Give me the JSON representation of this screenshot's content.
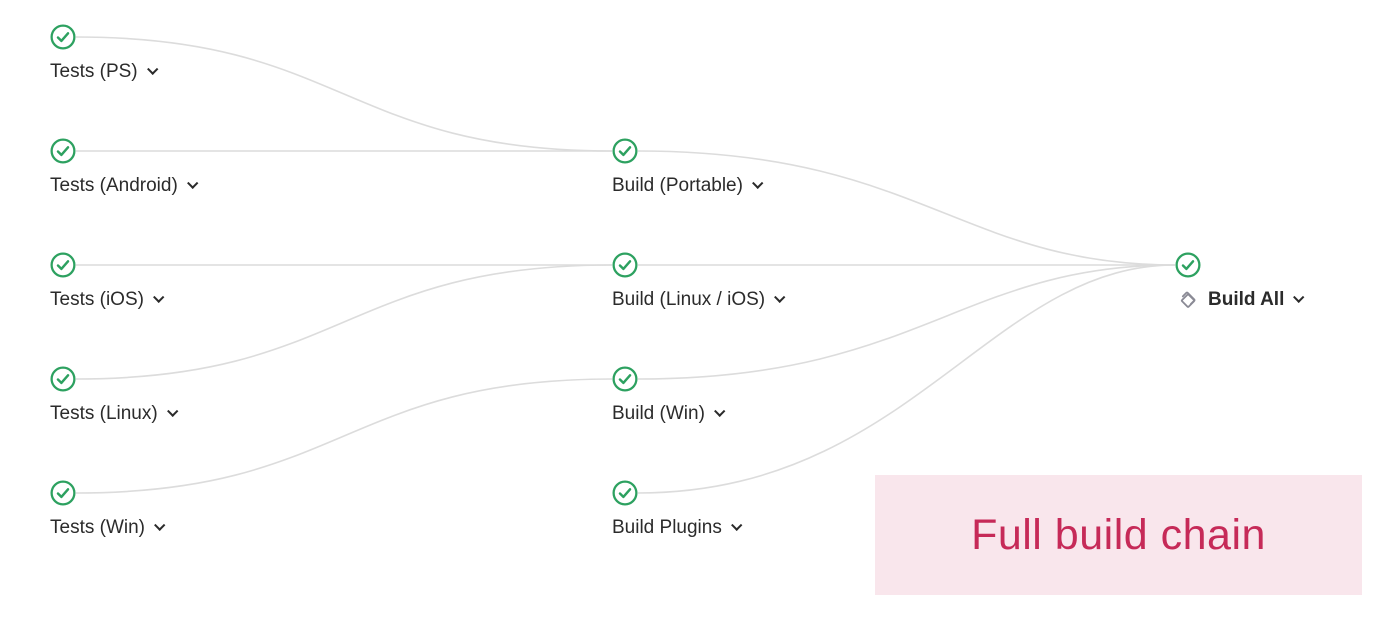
{
  "pipeline": {
    "test_jobs": [
      {
        "label": "Tests (PS)",
        "status": "success"
      },
      {
        "label": "Tests (Android)",
        "status": "success"
      },
      {
        "label": "Tests (iOS)",
        "status": "success"
      },
      {
        "label": "Tests (Linux)",
        "status": "success"
      },
      {
        "label": "Tests (Win)",
        "status": "success"
      }
    ],
    "build_jobs": [
      {
        "label": "Build (Portable)",
        "status": "success"
      },
      {
        "label": "Build (Linux / iOS)",
        "status": "success"
      },
      {
        "label": "Build (Win)",
        "status": "success"
      },
      {
        "label": "Build Plugins",
        "status": "success"
      }
    ],
    "final_job": {
      "label": "Build All",
      "status": "success"
    },
    "edges": [
      {
        "from": "Tests (PS)",
        "to": "Build (Portable)"
      },
      {
        "from": "Tests (Android)",
        "to": "Build (Portable)"
      },
      {
        "from": "Tests (iOS)",
        "to": "Build (Linux / iOS)"
      },
      {
        "from": "Tests (Linux)",
        "to": "Build (Linux / iOS)"
      },
      {
        "from": "Tests (Win)",
        "to": "Build (Win)"
      },
      {
        "from": "Build (Portable)",
        "to": "Build All"
      },
      {
        "from": "Build (Linux / iOS)",
        "to": "Build All"
      },
      {
        "from": "Build (Win)",
        "to": "Build All"
      },
      {
        "from": "Build Plugins",
        "to": "Build All"
      }
    ]
  },
  "annotation": {
    "text": "Full build chain"
  },
  "colors": {
    "success": "#2da160",
    "edge": "#dcdcdc",
    "text": "#2b2b2b",
    "icon_muted": "#8a8a95",
    "annotation_bg": "#f9e6ec",
    "annotation_text": "#c62a58"
  }
}
